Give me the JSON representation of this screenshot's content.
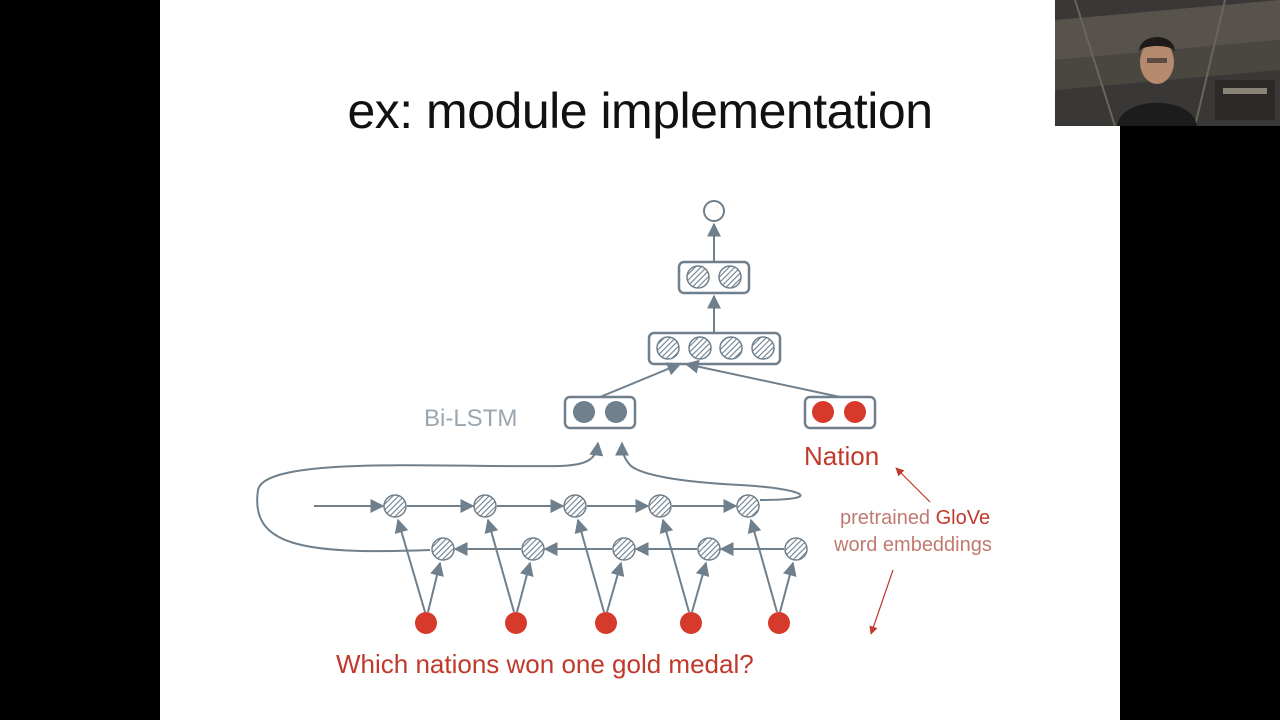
{
  "slide": {
    "title": "ex: module implementation"
  },
  "diagram": {
    "bilstm_label": "Bi-LSTM",
    "nation_label": "Nation",
    "annotation_line1_pre": "pretrained ",
    "annotation_line1_highlight": "GloVe",
    "annotation_line2": "word embeddings",
    "question": "Which nations won one gold medal?"
  },
  "colors": {
    "slide_background": "#ffffff",
    "outer_background": "#000000",
    "node_gray": "#6f7f8c",
    "node_red": "#d63a2b",
    "label_red": "#c0392b",
    "annotation_text": "#c07a70",
    "bilstm_text": "#9aa6b0"
  },
  "webcam": {
    "description_icon": "presenter-webcam"
  }
}
